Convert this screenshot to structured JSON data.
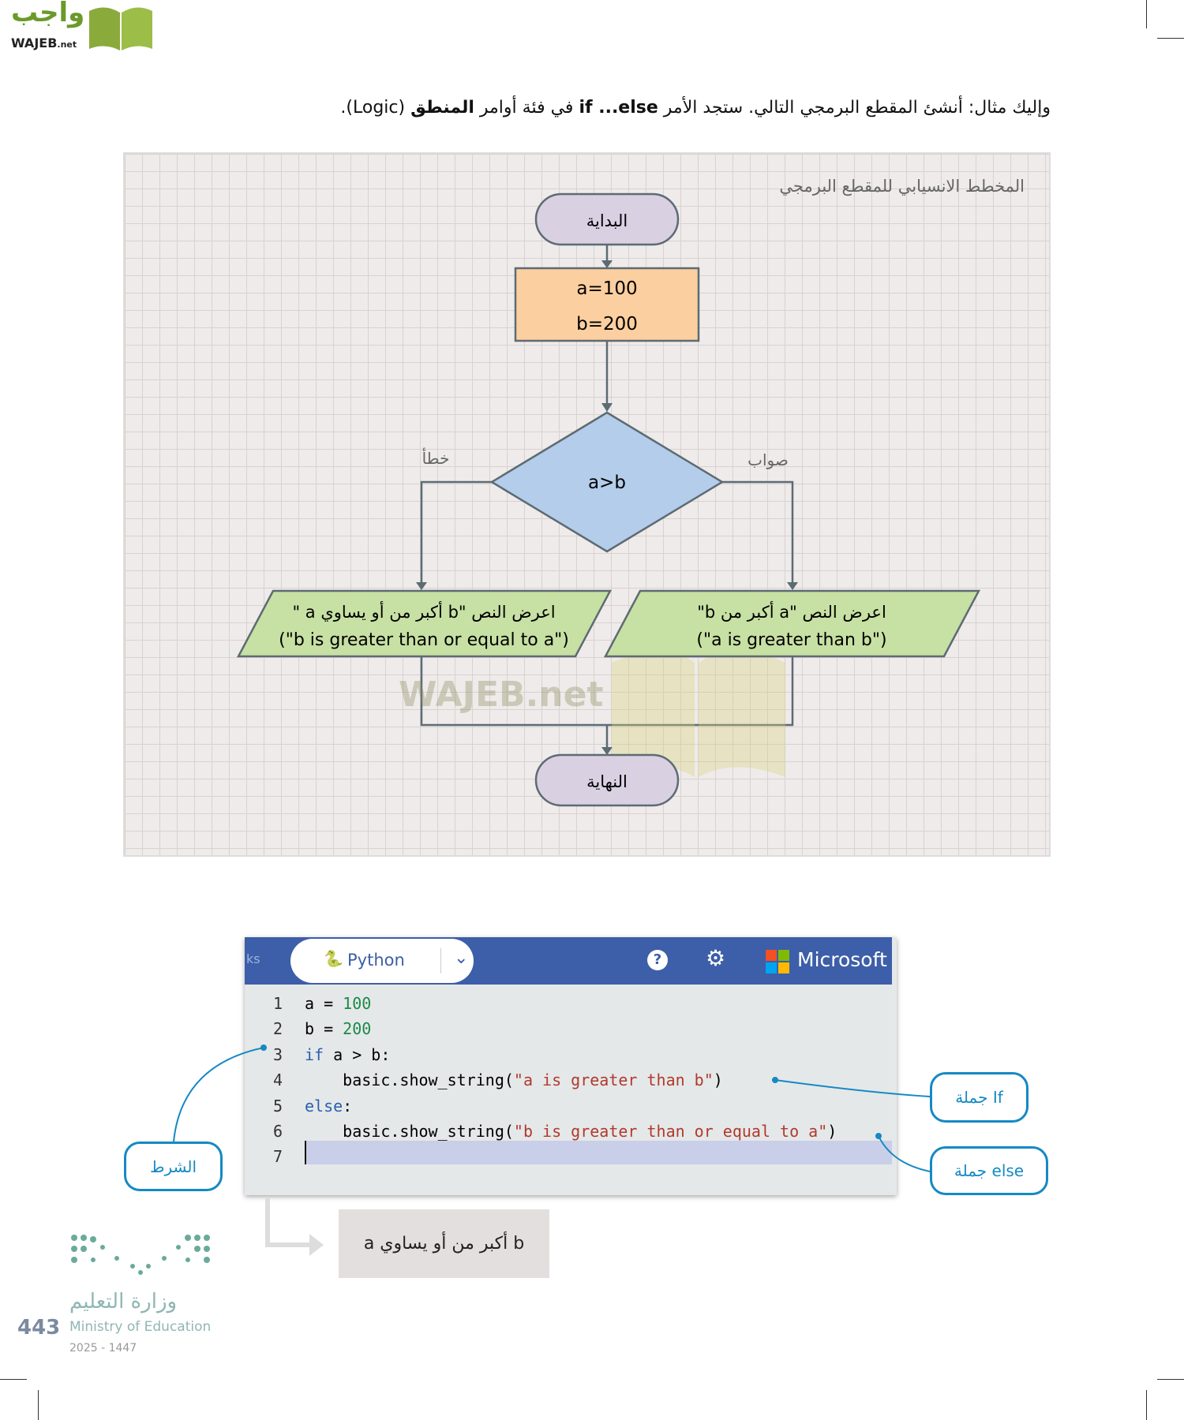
{
  "logo": {
    "arabic": "واجب",
    "latin": "WAJEB",
    "suffix": ".net"
  },
  "intro": {
    "part1": "وإليك مثال: أنشئ المقطع البرمجي التالي. ستجد الأمر ",
    "cmd": "if ...else",
    "part2": " في فئة أوامر ",
    "category": "المنطق",
    "part3": " (Logic)."
  },
  "flowchart": {
    "caption": "المخطط الانسيابي للمقطع البرمجي",
    "start": "البداية",
    "assign": [
      "a=100",
      "b=200"
    ],
    "condition": "a>b",
    "false_label": "خطأ",
    "true_label": "صواب",
    "false_output": [
      "اعرض النص \"b أكبر من أو يساوي a \"",
      "(\"b is greater than or equal to a\")"
    ],
    "true_output": [
      "اعرض النص \"a أكبر من b\"",
      "(\"a is greater than b\")"
    ],
    "end": "النهاية",
    "watermark": "WAJEB.net"
  },
  "editor": {
    "left_tab_fragment": "ks",
    "language": "Python",
    "brand": "Microsoft",
    "icons": [
      "python-icon",
      "chevron-down-icon",
      "help-icon",
      "gear-icon",
      "microsoft-logo"
    ],
    "lines": [
      {
        "n": "1",
        "parts": [
          [
            "",
            "a = "
          ],
          [
            "num",
            "100"
          ]
        ]
      },
      {
        "n": "2",
        "parts": [
          [
            "",
            "b = "
          ],
          [
            "num",
            "200"
          ]
        ]
      },
      {
        "n": "3",
        "parts": [
          [
            "kw",
            "if"
          ],
          [
            "",
            " a > b:"
          ]
        ]
      },
      {
        "n": "4",
        "parts": [
          [
            "",
            "    basic.show_string("
          ],
          [
            "str",
            "\"a is greater than b\""
          ],
          [
            "",
            ")"
          ]
        ]
      },
      {
        "n": "5",
        "parts": [
          [
            "kw",
            "else"
          ],
          [
            "",
            ":"
          ]
        ]
      },
      {
        "n": "6",
        "parts": [
          [
            "",
            "    basic.show_string("
          ],
          [
            "str",
            "\"b is greater than or equal to a\""
          ],
          [
            "",
            ")"
          ]
        ]
      },
      {
        "n": "7",
        "parts": []
      }
    ]
  },
  "callouts": {
    "if": "جملة If",
    "else": "جملة else",
    "condition": "الشرط"
  },
  "result": "b أكبر من أو يساوي a",
  "footer": {
    "ministry_ar": "وزارة التعليم",
    "ministry_en": "Ministry of Education",
    "years": "2025 - 1447",
    "page": "443"
  },
  "colors": {
    "accent": "#1589c4",
    "header": "#3d5ea8",
    "terminal": "#d9d0e2",
    "process": "#fbcf9f",
    "decision": "#b4cdeb",
    "io": "#c7e0a3"
  }
}
